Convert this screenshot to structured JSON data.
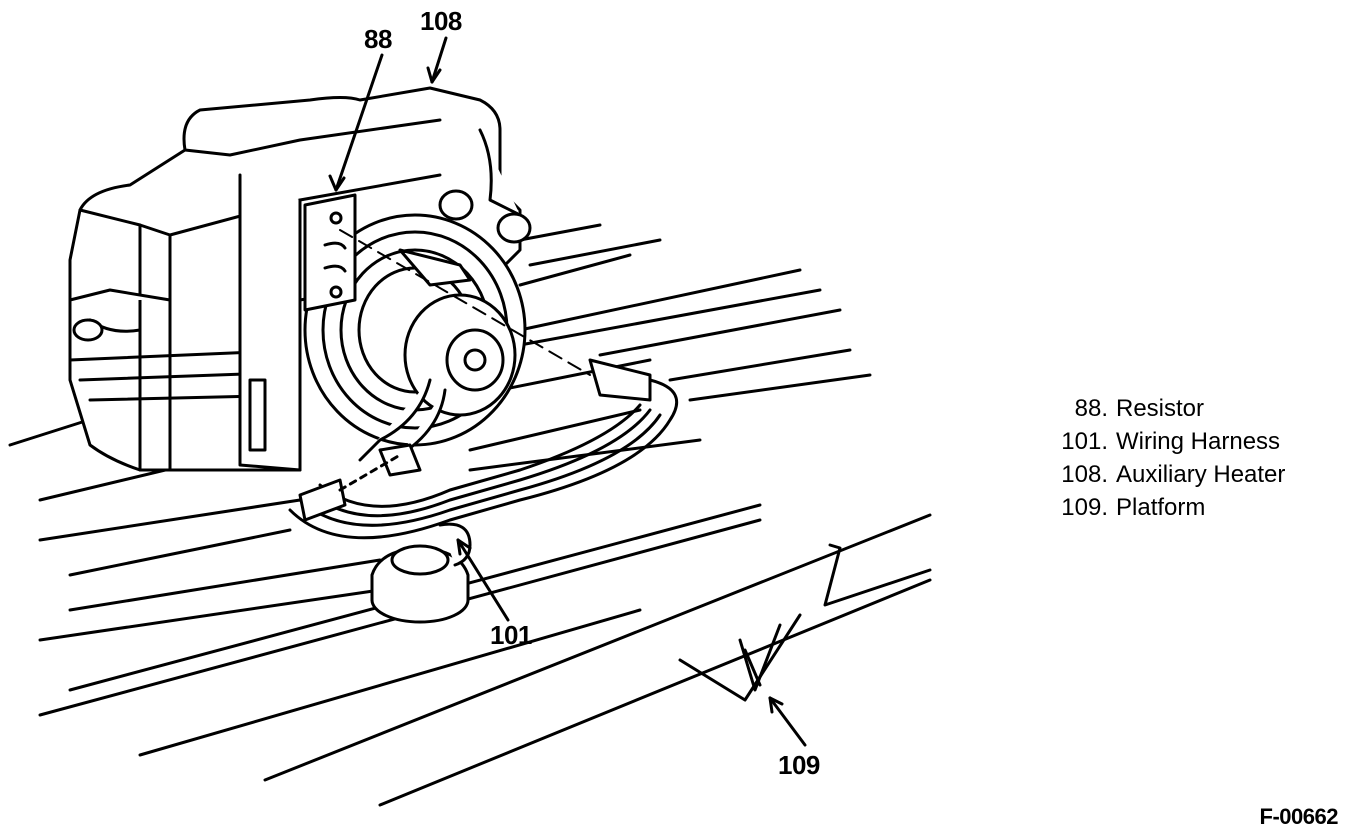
{
  "diagram": {
    "callouts": {
      "c88": "88",
      "c108": "108",
      "c101": "101",
      "c109": "109"
    },
    "legend": [
      {
        "num": "88.",
        "label": "Resistor"
      },
      {
        "num": "101.",
        "label": "Wiring Harness"
      },
      {
        "num": "108.",
        "label": "Auxiliary Heater"
      },
      {
        "num": "109.",
        "label": "Platform"
      }
    ],
    "figure_id": "F-00662"
  }
}
